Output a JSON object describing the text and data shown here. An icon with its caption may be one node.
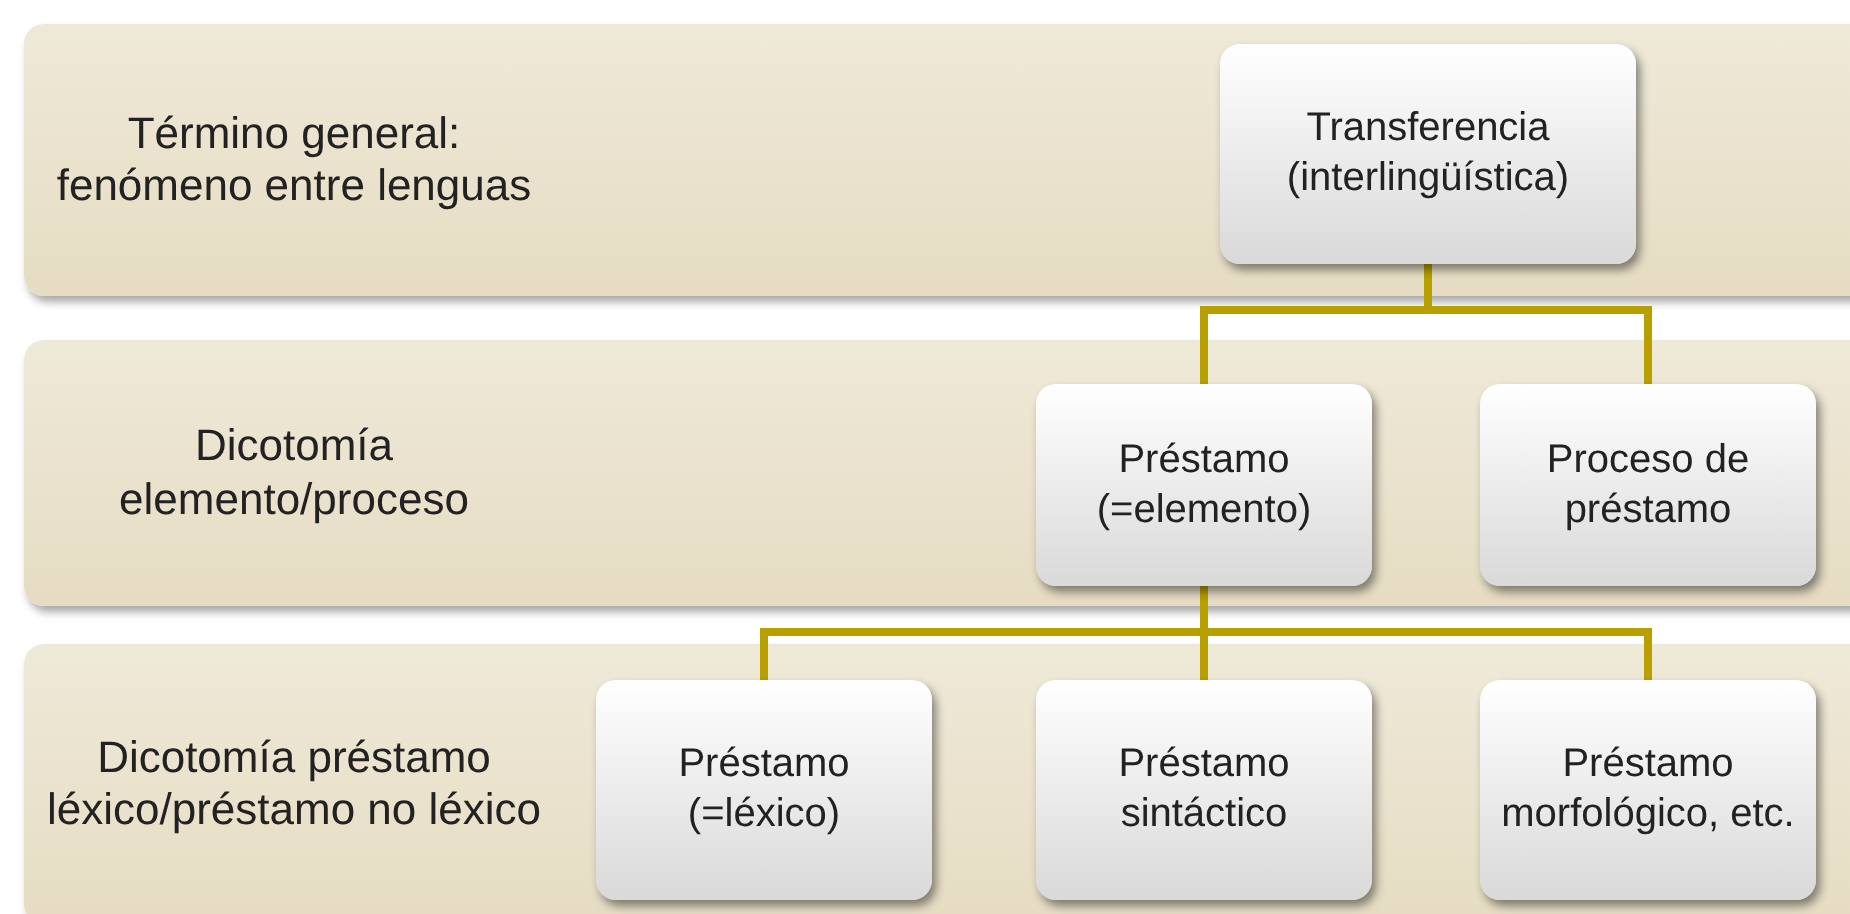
{
  "diagram": {
    "nodes": [
      {
        "text": [
          "Término general: fenómeno entre lenguas"
        ]
      },
      {
        "text": [
          "Transferencia (interlingüística)"
        ],
        "in": 0
      },
      {
        "text": [
          "Dicotomía elemento/proceso"
        ]
      },
      {
        "text": [
          "Préstamo (=elemento)"
        ],
        "in": 2
      },
      {
        "text": [
          "Proceso de préstamo"
        ],
        "in": 2
      },
      {
        "text": [
          "Dicotomía préstamo léxico/préstamo no léxico"
        ]
      },
      {
        "text": [
          "Préstamo (=léxico)"
        ],
        "in": 5
      },
      {
        "text": [
          "Préstamo sintáctico"
        ],
        "in": 5
      },
      {
        "text": [
          "Préstamo morfológico, etc."
        ],
        "in": 5
      }
    ],
    "edges": [
      {
        "from": 1,
        "to": 3,
        "arrow": "none"
      },
      {
        "from": 1,
        "to": 4,
        "arrow": "none"
      },
      {
        "from": 3,
        "to": 6,
        "arrow": "none"
      },
      {
        "from": 3,
        "to": 7,
        "arrow": "none"
      },
      {
        "from": 3,
        "to": 8,
        "arrow": "none"
      }
    ]
  }
}
